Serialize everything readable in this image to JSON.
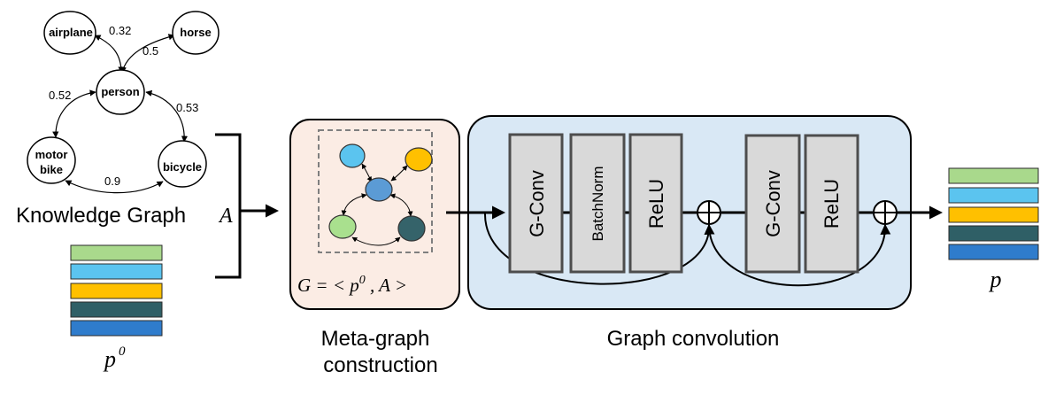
{
  "knowledge_graph": {
    "nodes": {
      "airplane": "airplane",
      "horse": "horse",
      "person": "person",
      "motorbike_line1": "motor",
      "motorbike_line2": "bike",
      "bicycle": "bicycle"
    },
    "edges": {
      "airplane_person": "0.32",
      "horse_person": "0.5",
      "person_motorbike": "0.52",
      "person_bicycle": "0.53",
      "motorbike_bicycle": "0.9"
    },
    "caption": "Knowledge Graph",
    "caption_symbol": "A"
  },
  "input_embedding": {
    "label": "p",
    "superscript": "0",
    "colors": [
      "#a9d98c",
      "#5bc4ef",
      "#ffc000",
      "#2f5f66",
      "#2f7ccc"
    ]
  },
  "meta_graph": {
    "node_colors": [
      "#5bc4ef",
      "#ffc000",
      "#5b9bd5",
      "#a9e08e",
      "#35636a"
    ],
    "formula_prefix": "G = < ",
    "formula_p": "p",
    "formula_sup": "0",
    "formula_suffix": " , A >",
    "caption_line1": "Meta-graph",
    "caption_line2": "construction",
    "panel_color": "#fbece4"
  },
  "graph_convolution": {
    "caption": "Graph convolution",
    "panel_color": "#d9e8f5",
    "layers": {
      "gconv1": "G-Conv",
      "batchnorm": "BatchNorm",
      "relu1": "ReLU",
      "gconv2": "G-Conv",
      "relu2": "ReLU"
    }
  },
  "output_embedding": {
    "label": "p",
    "colors": [
      "#a9d98c",
      "#5bc4ef",
      "#ffc000",
      "#2f5f66",
      "#2f7ccc"
    ]
  }
}
